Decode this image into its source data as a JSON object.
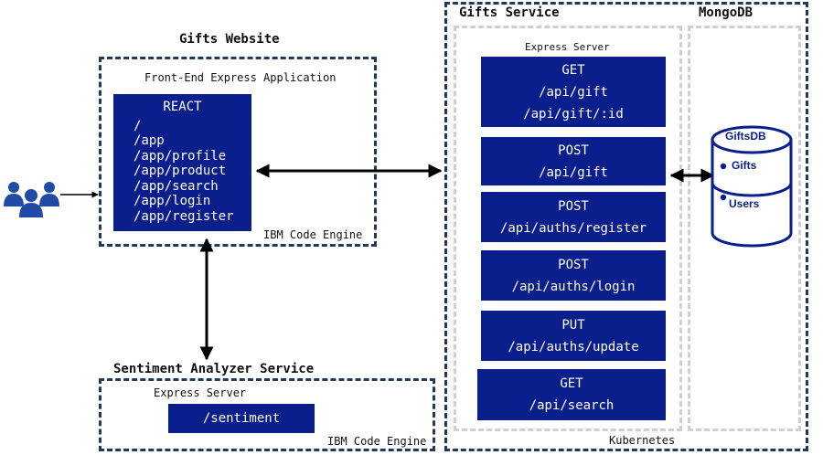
{
  "website": {
    "title": "Gifts Website",
    "app_label": "Front-End Express Application",
    "react_title": "REACT",
    "routes": [
      "/",
      "/app",
      "/app/profile",
      "/app/product",
      "/app/search",
      "/app/login",
      "/app/register"
    ],
    "engine_label": "IBM Code Engine"
  },
  "sentiment": {
    "title": "Sentiment Analyzer Service",
    "server_label": "Express Server",
    "endpoint": "/sentiment",
    "engine_label": "IBM Code Engine"
  },
  "gifts_service": {
    "title": "Gifts Service",
    "server_label": "Express Server",
    "endpoints": [
      {
        "method": "GET",
        "paths": [
          "/api/gift",
          "/api/gift/:id"
        ]
      },
      {
        "method": "POST",
        "paths": [
          "/api/gift"
        ]
      },
      {
        "method": "POST",
        "paths": [
          "/api/auths/register"
        ]
      },
      {
        "method": "POST",
        "paths": [
          "/api/auths/login"
        ]
      },
      {
        "method": "PUT",
        "paths": [
          "/api/auths/update"
        ]
      },
      {
        "method": "GET",
        "paths": [
          "/api/search"
        ]
      }
    ],
    "footer_label": "Kubernetes"
  },
  "mongodb": {
    "title": "MongoDB",
    "db_name": "GiftsDB",
    "collections": [
      "Gifts",
      "Users"
    ]
  },
  "colors": {
    "box_fill": "#0a1e8c",
    "border": "#1f3864",
    "inner_dash": "#cfcfcf",
    "users_icon": "#1f4aa8"
  }
}
